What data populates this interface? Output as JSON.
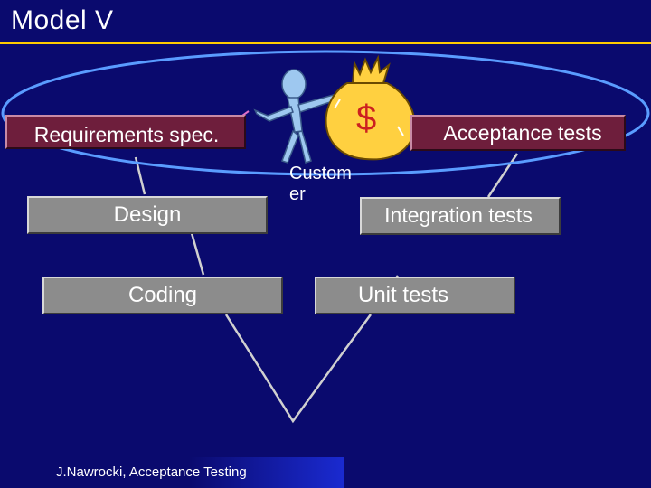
{
  "slide": {
    "title": "Model V",
    "footer": "J.Nawrocki, Acceptance Testing"
  },
  "left_side": {
    "requirements": "Requirements spec.",
    "design": "Design",
    "coding": "Coding"
  },
  "right_side": {
    "acceptance": "Acceptance tests",
    "integration": "Integration tests",
    "unit": "Unit tests"
  },
  "customer": {
    "label": "Custom er",
    "money_symbol": "$",
    "icons": [
      "stick-figure-icon",
      "money-bag-icon"
    ]
  },
  "colors": {
    "background": "#0a0a6e",
    "title_rule": "#ffcc00",
    "box_grey": "#8c8c8c",
    "box_maroon": "#6e1e3c",
    "ellipse": "#5a9cff",
    "v_line": "#d0d0d0",
    "arrow_magenta": "#e070c8"
  }
}
